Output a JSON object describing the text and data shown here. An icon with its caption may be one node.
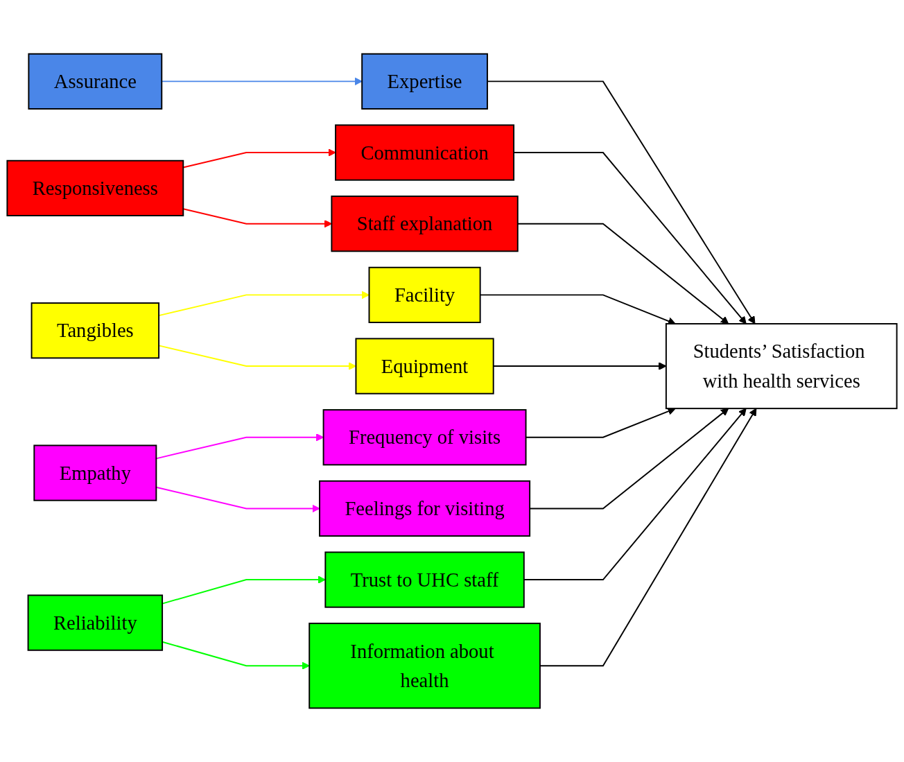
{
  "diagram": {
    "nodes": [
      {
        "text": [
          "Tangibles"
        ]
      },
      {
        "text": [
          "Reliability"
        ]
      },
      {
        "text": [
          "Responsiveness"
        ]
      },
      {
        "text": [
          "Assurance"
        ]
      },
      {
        "text": [
          "Empathy"
        ]
      },
      {
        "text": [
          "Expertise"
        ]
      },
      {
        "text": [
          "Communication"
        ]
      },
      {
        "text": [
          "Staff explanation"
        ]
      },
      {
        "text": [
          "Facility"
        ]
      },
      {
        "text": [
          "Equipment"
        ]
      },
      {
        "text": [
          "Frequency of visits"
        ]
      },
      {
        "text": [
          "Feelings for visiting"
        ]
      },
      {
        "text": [
          "Trust to UHC staff"
        ]
      },
      {
        "text": [
          "Information about health"
        ]
      },
      {
        "text": [
          "Students’ Satisfaction with health services"
        ]
      }
    ],
    "edges": [
      {
        "from": 0,
        "to": 8,
        "arrow": "to",
        "color": "#ffff00"
      },
      {
        "from": 0,
        "to": 9,
        "arrow": "to",
        "color": "#ffff00"
      },
      {
        "from": 1,
        "to": 12,
        "arrow": "to",
        "color": "#00ff00"
      },
      {
        "from": 1,
        "to": 13,
        "arrow": "to",
        "color": "#00ff00"
      },
      {
        "from": 2,
        "to": 6,
        "arrow": "to",
        "color": "#ff0000"
      },
      {
        "from": 2,
        "to": 7,
        "arrow": "to",
        "color": "#ff0000"
      },
      {
        "from": 3,
        "to": 5,
        "arrow": "to",
        "color": "#4a86e8"
      },
      {
        "from": 4,
        "to": 10,
        "arrow": "to",
        "color": "#ff00ff"
      },
      {
        "from": 4,
        "to": 11,
        "arrow": "to",
        "color": "#ff00ff"
      },
      {
        "from": 5,
        "to": 14,
        "arrow": "to"
      },
      {
        "from": 6,
        "to": 14,
        "arrow": "to"
      },
      {
        "from": 7,
        "to": 14,
        "arrow": "to"
      },
      {
        "from": 8,
        "to": 14,
        "arrow": "to"
      },
      {
        "from": 9,
        "to": 14,
        "arrow": "to"
      },
      {
        "from": 10,
        "to": 14,
        "arrow": "to"
      },
      {
        "from": 11,
        "to": 14,
        "arrow": "to"
      },
      {
        "from": 12,
        "to": 14,
        "arrow": "to"
      },
      {
        "from": 13,
        "to": 14,
        "arrow": "to"
      }
    ]
  }
}
